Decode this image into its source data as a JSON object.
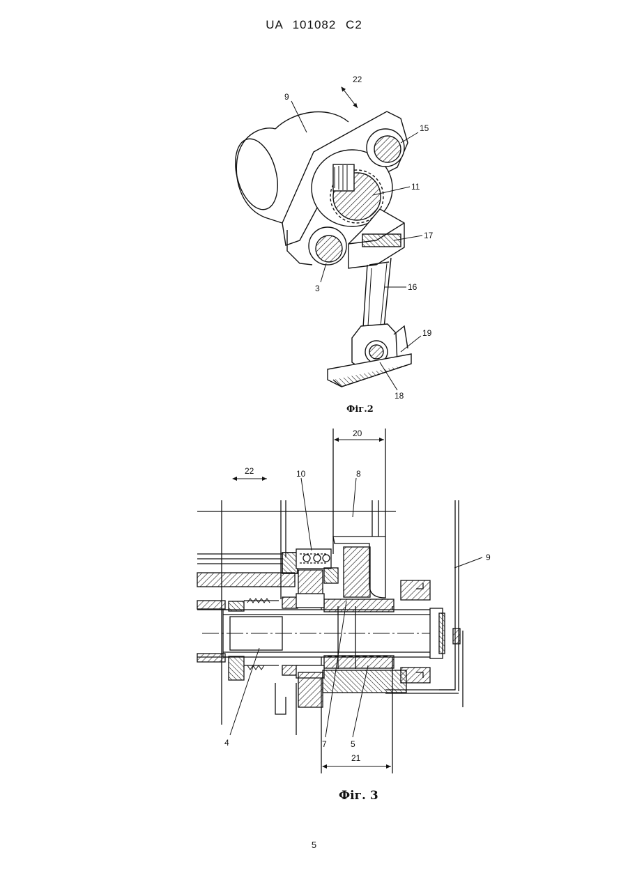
{
  "header": {
    "patent": "UA   101082   C2"
  },
  "figure2": {
    "caption": "Фіг.2",
    "labels": {
      "l22": "22",
      "l9": "9",
      "l15": "15",
      "l11": "11",
      "l17": "17",
      "l3": "3",
      "l16": "16",
      "l19": "19",
      "l18": "18"
    }
  },
  "figure3": {
    "caption": "Фіг. 3",
    "labels": {
      "l20": "20",
      "l22": "22",
      "l10": "10",
      "l8": "8",
      "l9": "9",
      "l4": "4",
      "l7": "7",
      "l5": "5",
      "l21": "21"
    }
  },
  "footer": {
    "page_number": "5"
  }
}
